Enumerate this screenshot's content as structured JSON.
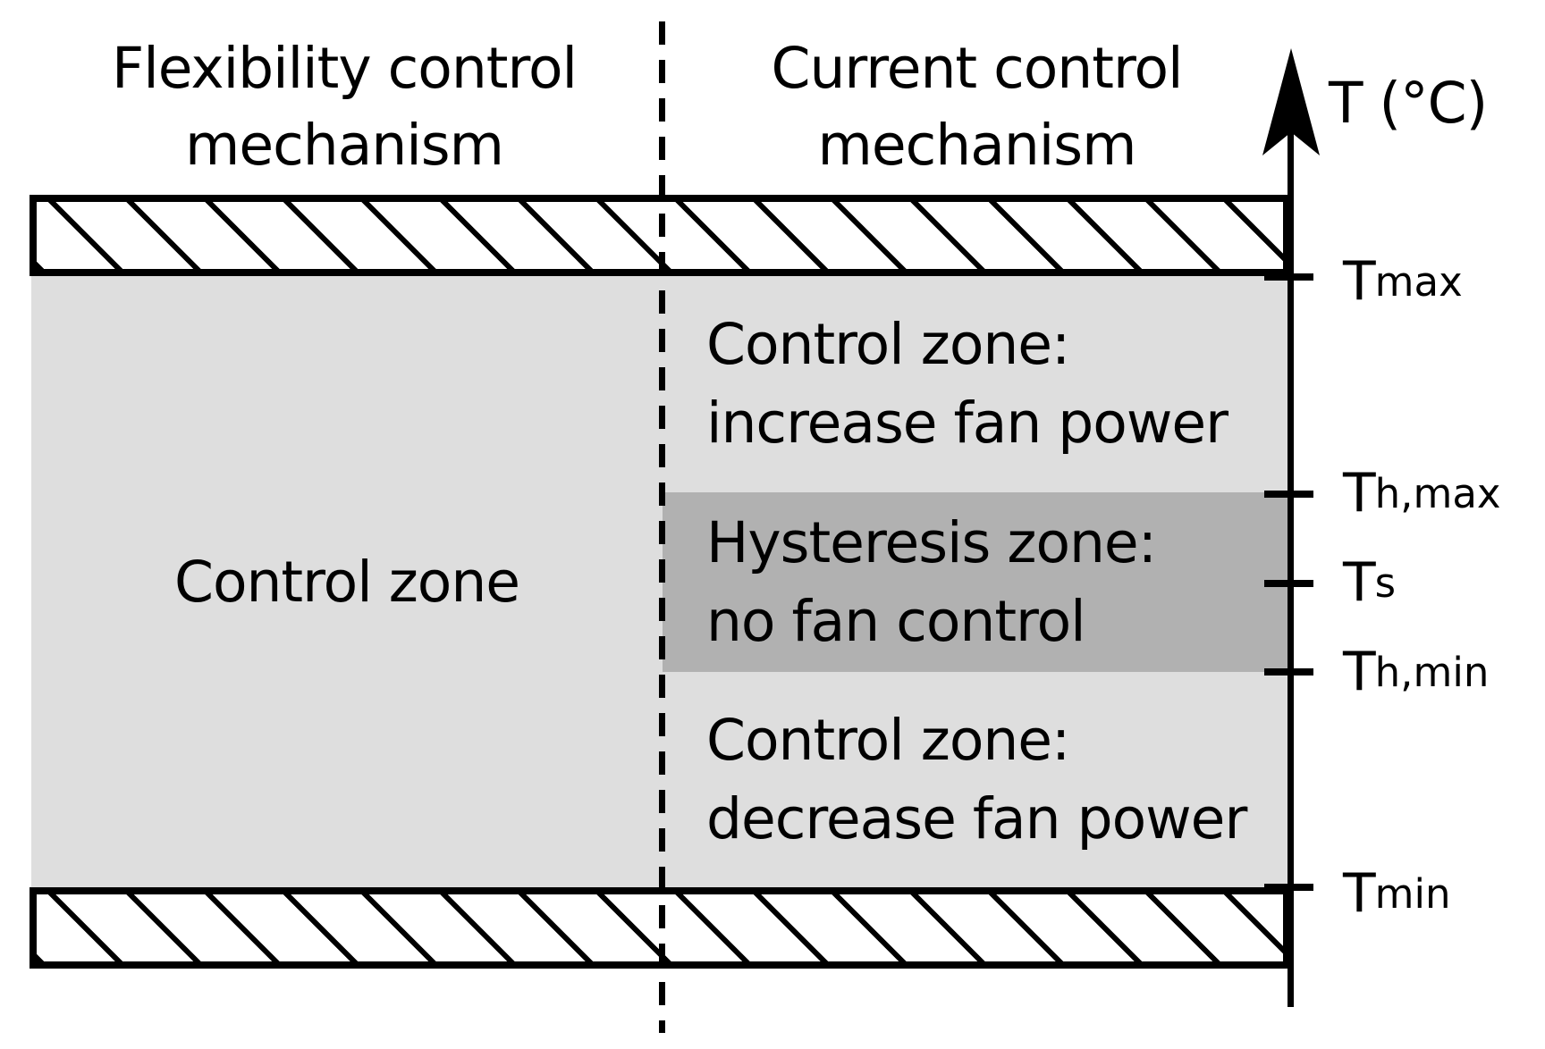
{
  "headers": {
    "left": "Flexibility control mechanism",
    "right": "Current control mechanism"
  },
  "axis": {
    "title": "T (°C)",
    "tick_labels": [
      {
        "main": "T",
        "sub": "max"
      },
      {
        "main": "T",
        "sub": "h,max"
      },
      {
        "main": "T",
        "sub": "s"
      },
      {
        "main": "T",
        "sub": "h,min"
      },
      {
        "main": "T",
        "sub": "min"
      }
    ]
  },
  "zones": {
    "left_control": "Control zone",
    "increase": {
      "line1": "Control zone:",
      "line2": "increase fan power"
    },
    "hysteresis": {
      "line1": "Hysteresis zone:",
      "line2": "no fan control"
    },
    "decrease": {
      "line1": "Control zone:",
      "line2": "decrease fan power"
    }
  },
  "colors": {
    "control_zone_fill": "#dedede",
    "hysteresis_zone_fill": "#b1b1b1",
    "line_color": "#000000",
    "background": "#ffffff"
  }
}
